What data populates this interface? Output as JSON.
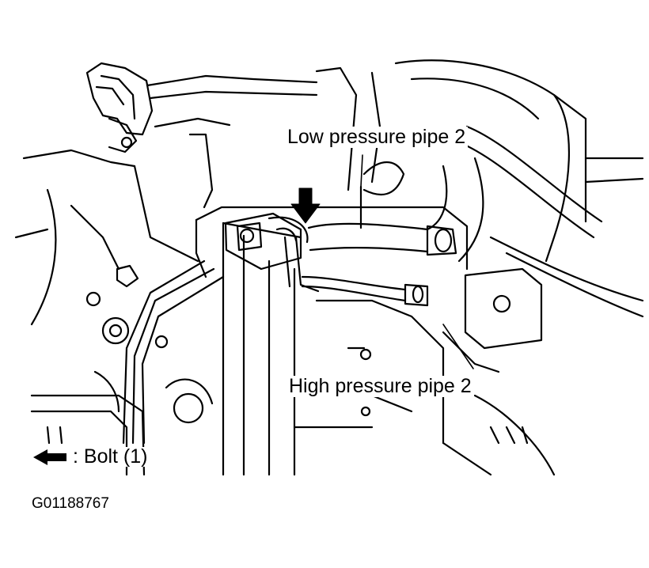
{
  "labels": {
    "low_pressure": "Low pressure pipe 2",
    "high_pressure": "High pressure pipe 2"
  },
  "legend": {
    "icon": "left-arrow-icon",
    "text": ": Bolt (1)"
  },
  "figure_id": "G01188767",
  "colors": {
    "line": "#000000",
    "background": "#ffffff"
  }
}
